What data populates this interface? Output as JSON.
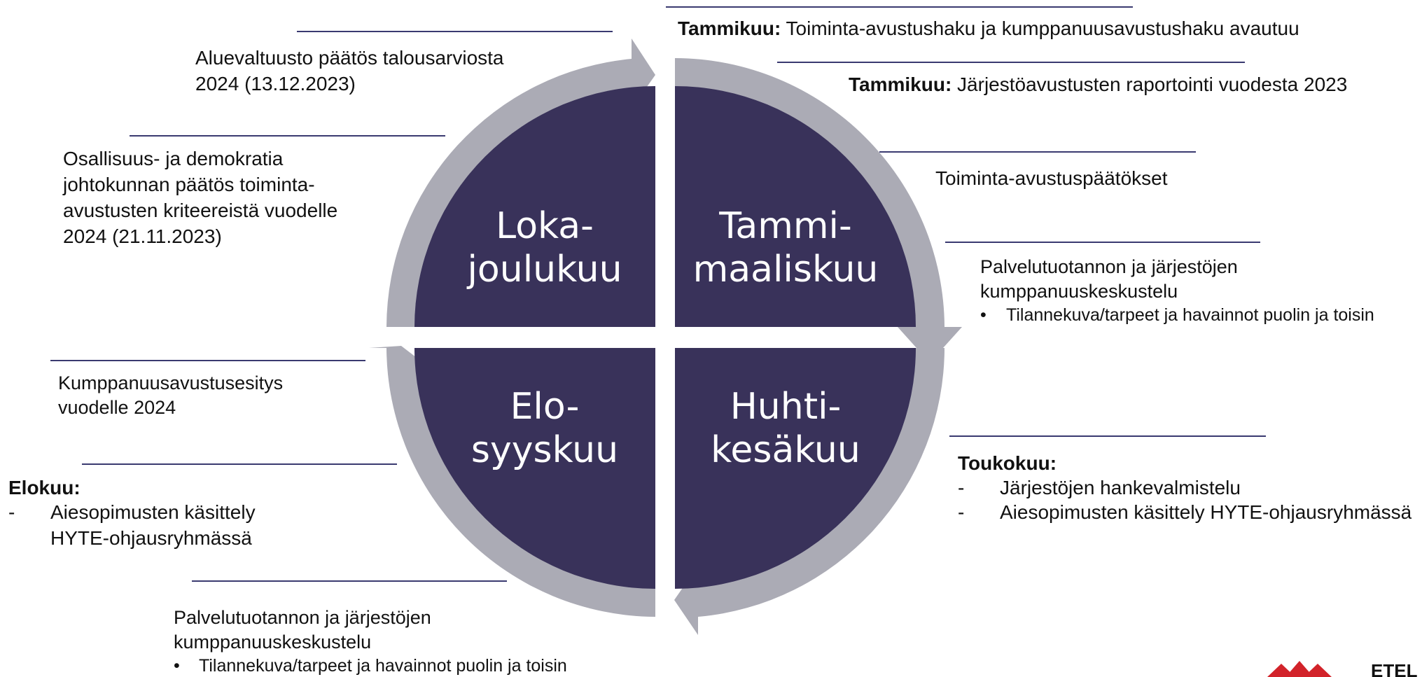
{
  "quadrants": {
    "tl": {
      "line1": "Loka-",
      "line2": "joulukuu"
    },
    "tr": {
      "line1": "Tammi-",
      "line2": "maaliskuu"
    },
    "bl": {
      "line1": "Elo-",
      "line2": "syyskuu"
    },
    "br": {
      "line1": "Huhti-",
      "line2": "kesäkuu"
    }
  },
  "notes": {
    "jan_open": {
      "month": "Tammikuu:",
      "text": " Toiminta-avustushaku ja kumppanuusavustushaku avautuu"
    },
    "jan_report": {
      "month": "Tammikuu:",
      "text": " Järjestöavustusten raportointi vuodesta 2023"
    },
    "decisions": "Toiminta-avustuspäätökset",
    "dialogue_right": {
      "title": "Palvelutuotannon ja järjestöjen\nkumppanuuskeskustelu",
      "bullet_symbol": "•",
      "bullet": "Tilannekuva/tarpeet ja havainnot puolin ja toisin"
    },
    "may": {
      "month": "Toukokuu:",
      "dash": "-",
      "items": [
        "Järjestöjen hankevalmistelu",
        "Aiesopimusten käsittely HYTE-ohjausryhmässä"
      ]
    },
    "council": "Aluevaltuusto päätös talousarviosta\n 2024 (13.12.2023)",
    "board": "Osallisuus- ja demokratia\njohtokunnan päätös toiminta-\navustusten kriteereistä vuodelle\n2024 (21.11.2023)",
    "proposal": "Kumppanuusavustusesitys\nvuodelle 2024",
    "august": {
      "month": "Elokuu:",
      "dash": "-",
      "item": "Aiesopimusten käsittely\nHYTE-ohjausryhmässä"
    },
    "dialogue_bottom": {
      "title": "Palvelutuotannon ja järjestöjen\nkumppanuuskeskustelu",
      "bullet_symbol": "•",
      "bullet": "Tilannekuva/tarpeet ja havainnot puolin ja toisin"
    }
  },
  "logo": {
    "text": "ETEL"
  },
  "colors": {
    "quadrant_fill": "#39325a",
    "ring": "#ababb5",
    "rule": "#3a3a70",
    "logo_red": "#d2232a"
  }
}
